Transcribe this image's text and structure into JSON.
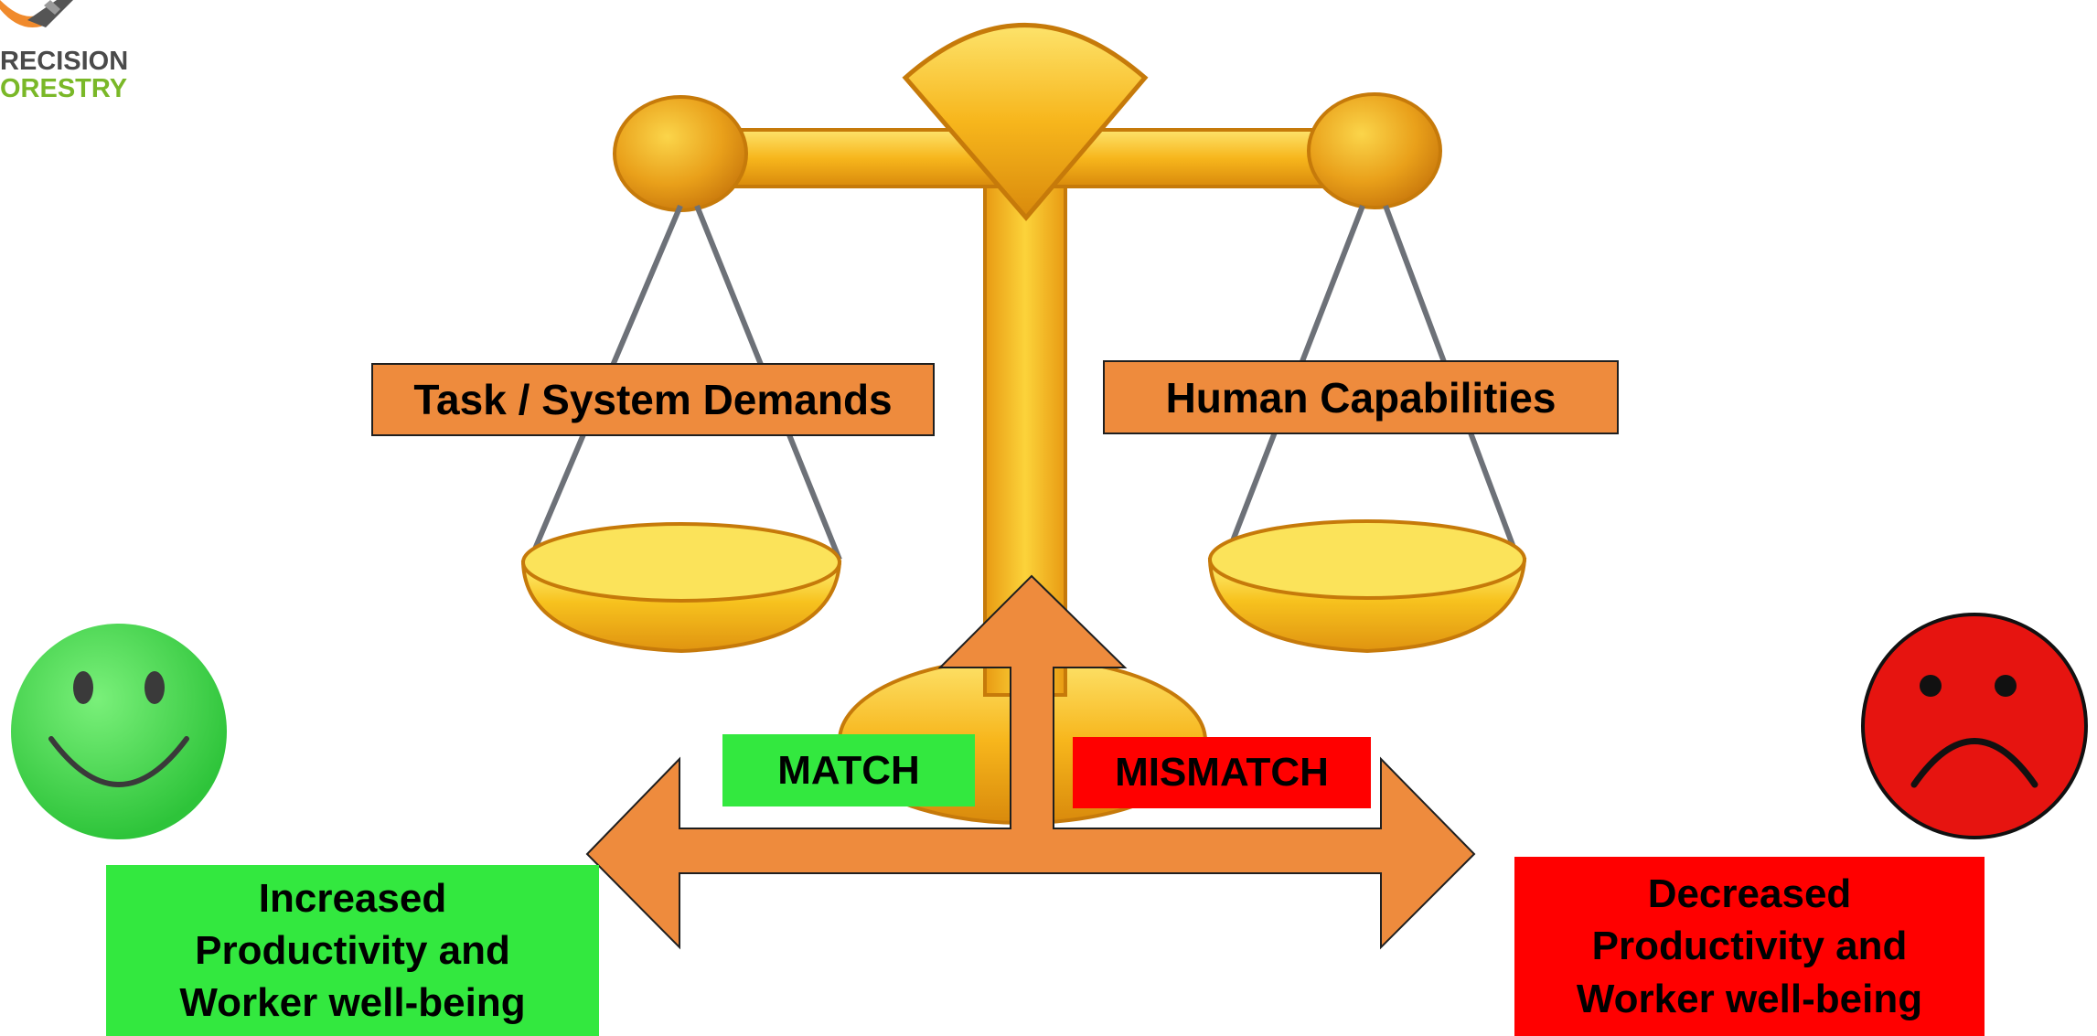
{
  "logo": {
    "line1": "RECISION",
    "line2": "ORESTRY",
    "icon": "logo-icon"
  },
  "scale": {
    "left_pan_label": "Task / System Demands",
    "right_pan_label": "Human Capabilities",
    "icon": "balance-scale-icon"
  },
  "arrows": {
    "left_label": "MATCH",
    "right_label": "MISMATCH",
    "icon": "three-way-arrow-icon"
  },
  "outcomes": {
    "positive": {
      "text": "Increased\nProductivity and\nWorker well-being",
      "icon": "smiley-face-icon"
    },
    "negative": {
      "text": "Decreased\nProductivity and\nWorker well-being",
      "icon": "sad-face-icon"
    }
  },
  "colors": {
    "gold": "#f3b418",
    "gold_dark": "#c67a0a",
    "orange": "#ee8b3d",
    "green": "#33e83f",
    "red": "#ff0000",
    "logo_gray": "#4a4a4a",
    "logo_green": "#7ab828"
  }
}
